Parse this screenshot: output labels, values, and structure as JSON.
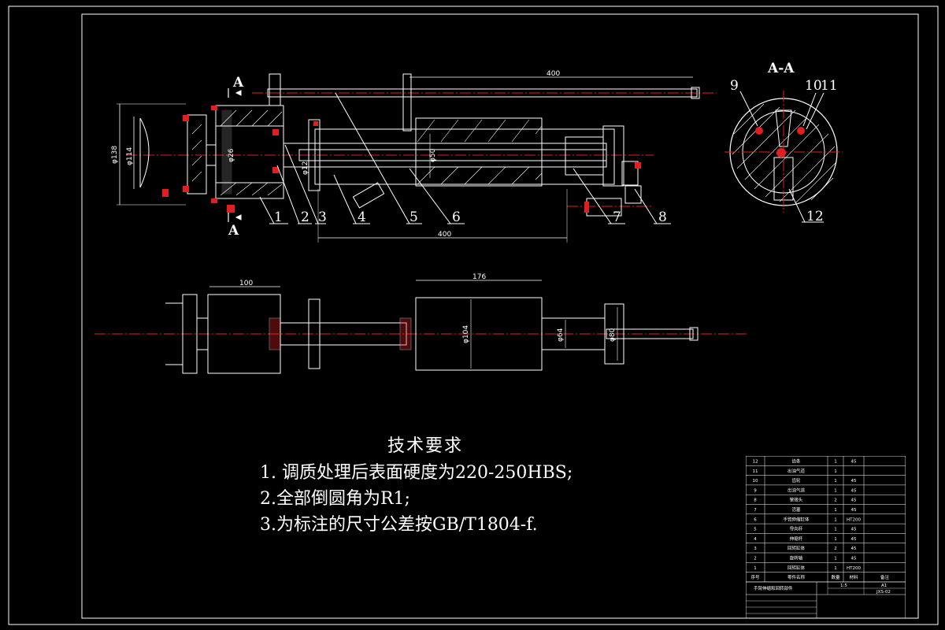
{
  "section_label": "A-A",
  "section_markers": [
    "A",
    "A"
  ],
  "callouts_main": [
    "1",
    "2",
    "3",
    "4",
    "5",
    "6",
    "7",
    "8"
  ],
  "callouts_section": [
    "9",
    "10",
    "11",
    "12"
  ],
  "dimensions": {
    "rod_top": "400",
    "bottom_main": "400",
    "d138": "φ138",
    "d114": "φ114",
    "d26": "φ26",
    "d12": "φ12",
    "d50": "φ50",
    "view2_100": "100",
    "view2_176": "176",
    "view2_d104": "φ104",
    "view2_d64": "φ64",
    "view2_d80": "φ80"
  },
  "tech_requirements": {
    "title": "技术要求",
    "items": [
      "1. 调质处理后表面硬度为220-250HBS;",
      "2.全部倒圆角为R1;",
      "3.为标注的尺寸公差按GB/T1804-f."
    ]
  },
  "bom": {
    "rows": [
      {
        "no": "12",
        "name": "齿条",
        "qty": "1",
        "mat": "45"
      },
      {
        "no": "11",
        "name": "出油气道",
        "qty": "1",
        "mat": ""
      },
      {
        "no": "10",
        "name": "齿轮",
        "qty": "1",
        "mat": "45"
      },
      {
        "no": "9",
        "name": "出油气道",
        "qty": "1",
        "mat": "45"
      },
      {
        "no": "8",
        "name": "管接头",
        "qty": "2",
        "mat": "45"
      },
      {
        "no": "7",
        "name": "活塞",
        "qty": "1",
        "mat": "45"
      },
      {
        "no": "6",
        "name": "手臂伸缩缸体",
        "qty": "1",
        "mat": "HT200"
      },
      {
        "no": "5",
        "name": "导向杆",
        "qty": "1",
        "mat": "45"
      },
      {
        "no": "4",
        "name": "伸缩杆",
        "qty": "1",
        "mat": "45"
      },
      {
        "no": "3",
        "name": "回转缸体",
        "qty": "2",
        "mat": "45"
      },
      {
        "no": "2",
        "name": "旋转轴",
        "qty": "1",
        "mat": "45"
      },
      {
        "no": "1",
        "name": "回转缸体",
        "qty": "1",
        "mat": "HT200"
      }
    ],
    "header": {
      "no": "序号",
      "name": "零件名称",
      "qty": "数量",
      "mat": "材料",
      "note": "备注"
    },
    "drawing_name": "手臂伸缩和回转部件",
    "scale": "1:5",
    "sheet": "A1",
    "code": "JXS-02"
  }
}
